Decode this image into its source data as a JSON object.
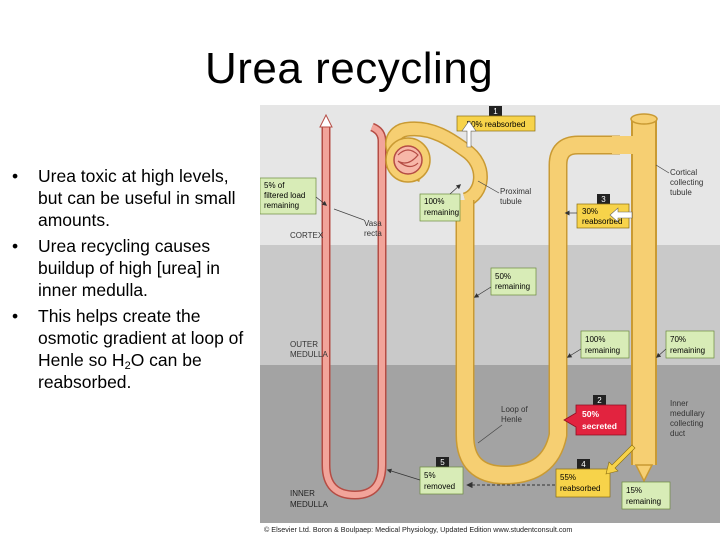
{
  "title": "Urea recycling",
  "bullets": [
    {
      "text": "Urea toxic at high levels, but can be useful in small amounts."
    },
    {
      "text": "Urea recycling causes buildup of high [urea] in inner medulla."
    },
    {
      "pre": "This helps create the osmotic gradient at loop of Henle so H",
      "sub": "2",
      "post": "O can be reabsorbed."
    }
  ],
  "diagram": {
    "zones": {
      "cortex": "CORTEX",
      "outer_medulla_line1": "OUTER",
      "outer_medulla_line2": "MEDULLA",
      "inner_medulla_line1": "INNER",
      "inner_medulla_line2": "MEDULLA"
    },
    "labels": {
      "vasa_recta_1": "Vasa",
      "vasa_recta_2": "recta",
      "proximal_tubule_1": "Proximal",
      "proximal_tubule_2": "tubule",
      "loop_henle_1": "Loop of",
      "loop_henle_2": "Henle",
      "ccd_1": "Cortical",
      "ccd_2": "collecting",
      "ccd_3": "tubule",
      "imcd_1": "Inner",
      "imcd_2": "medullary",
      "imcd_3": "collecting",
      "imcd_4": "duct"
    },
    "boxes": {
      "b_reabs50": "50% reabsorbed",
      "b_filtered_1": "5% of",
      "b_filtered_2": "filtered load",
      "b_filtered_3": "remaining",
      "b_100_a_1": "100%",
      "b_100_a_2": "remaining",
      "b_30_1": "30%",
      "b_30_2": "reabsorbed",
      "b_50rem_1": "50%",
      "b_50rem_2": "remaining",
      "b_100_b_1": "100%",
      "b_100_b_2": "remaining",
      "b_70_1": "70%",
      "b_70_2": "remaining",
      "b_secreted_1": "50%",
      "b_secreted_2": "secreted",
      "b_removed_1": "5%",
      "b_removed_2": "removed",
      "b_55_1": "55%",
      "b_55_2": "reabsorbed",
      "b_15_1": "15%",
      "b_15_2": "remaining"
    },
    "steps": {
      "s1": "1",
      "s2": "2",
      "s3": "3",
      "s4": "4",
      "s5": "5"
    },
    "credit": "© Elsevier Ltd. Boron & Boulpaep: Medical Physiology, Updated Edition   www.studentconsult.com",
    "colors": {
      "cortex": "#e6e6e6",
      "outer_medulla": "#c9c9c9",
      "inner_medulla": "#a3a3a3",
      "tubule": "#f6cf72",
      "tubule_stroke": "#c99a33",
      "vasa": "#f2a49a",
      "vasa_stroke": "#b54c44",
      "green_box": "#d8ecb7",
      "yellow_box": "#f7d34a",
      "red_box": "#e2233f"
    }
  }
}
